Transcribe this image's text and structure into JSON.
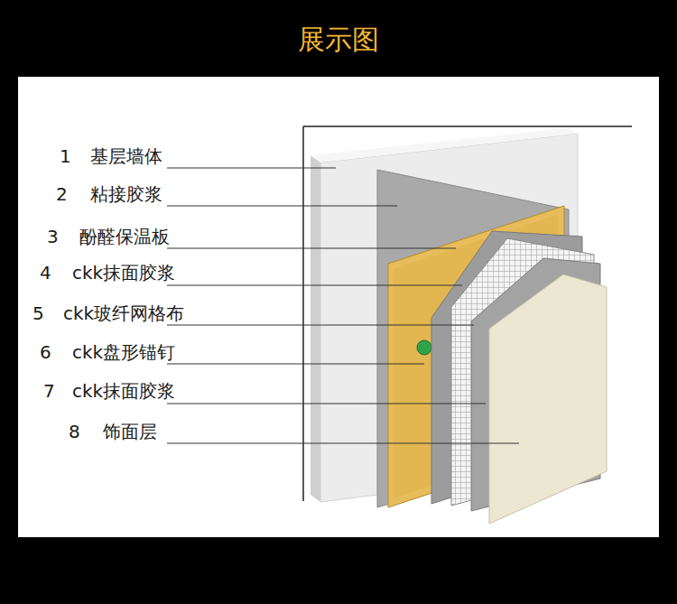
{
  "diagram": {
    "title": "展示图",
    "labels": [
      "1",
      "基层墙体",
      "2",
      "粘接胶浆",
      "3",
      "酚醛保温板",
      "4",
      "ckk抹面胶浆",
      "5",
      "ckk玻纤网格布",
      "6",
      "ckk盘形锚钉",
      "7",
      "ckk抹面胶浆",
      "8",
      "饰面层"
    ]
  }
}
